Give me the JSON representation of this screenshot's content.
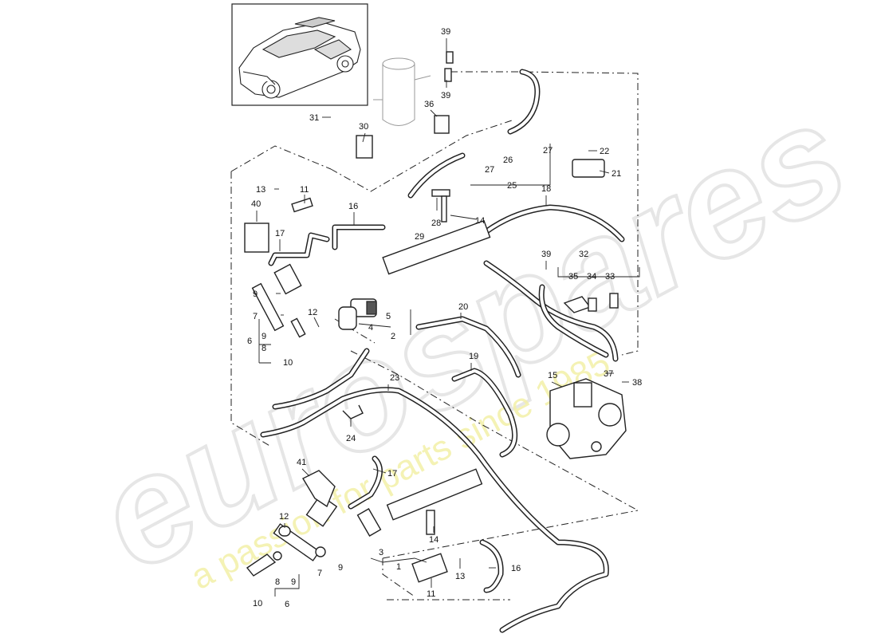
{
  "watermark": {
    "logo_text": "eurospares",
    "tagline": "a passion for parts since 1985"
  },
  "callouts": [
    "1",
    "2",
    "3",
    "4",
    "5",
    "6",
    "7",
    "8",
    "9",
    "10",
    "11",
    "12",
    "13",
    "14",
    "15",
    "16",
    "17",
    "18",
    "19",
    "20",
    "21",
    "22",
    "23",
    "24",
    "25",
    "26",
    "27",
    "28",
    "29",
    "30",
    "31",
    "32",
    "33",
    "34",
    "35",
    "36",
    "37",
    "38",
    "39",
    "40",
    "41"
  ],
  "labels": {
    "l39a": "39",
    "l39b": "39",
    "l31": "31",
    "l30": "30",
    "l36": "36",
    "l27a": "27",
    "l26": "26",
    "l27b": "27",
    "l25": "25",
    "l22": "22",
    "l21": "21",
    "l13a": "13",
    "l11a": "11",
    "l40": "40",
    "l17a": "17",
    "l16a": "16",
    "l28": "28",
    "l29": "29",
    "l14a": "14",
    "l18": "18",
    "l9a": "9",
    "l7a": "7",
    "l12a": "12",
    "l9b": "9",
    "l6a": "6",
    "l8a": "8",
    "l10a": "10",
    "l4": "4",
    "l5": "5",
    "l2": "2",
    "l39c": "39",
    "l32": "32",
    "l35": "35",
    "l34": "34",
    "l33": "33",
    "l20": "20",
    "l19": "19",
    "l15": "15",
    "l37": "37",
    "l38": "38",
    "l23": "23",
    "l24": "24",
    "l41": "41",
    "l17b": "17",
    "l12b": "12",
    "l14b": "14",
    "l3": "3",
    "l1": "1",
    "l13b": "13",
    "l16b": "16",
    "l11b": "11",
    "l8b": "8",
    "l9c": "9",
    "l7b": "7",
    "l9d": "9",
    "l10b": "10",
    "l6b": "6"
  }
}
